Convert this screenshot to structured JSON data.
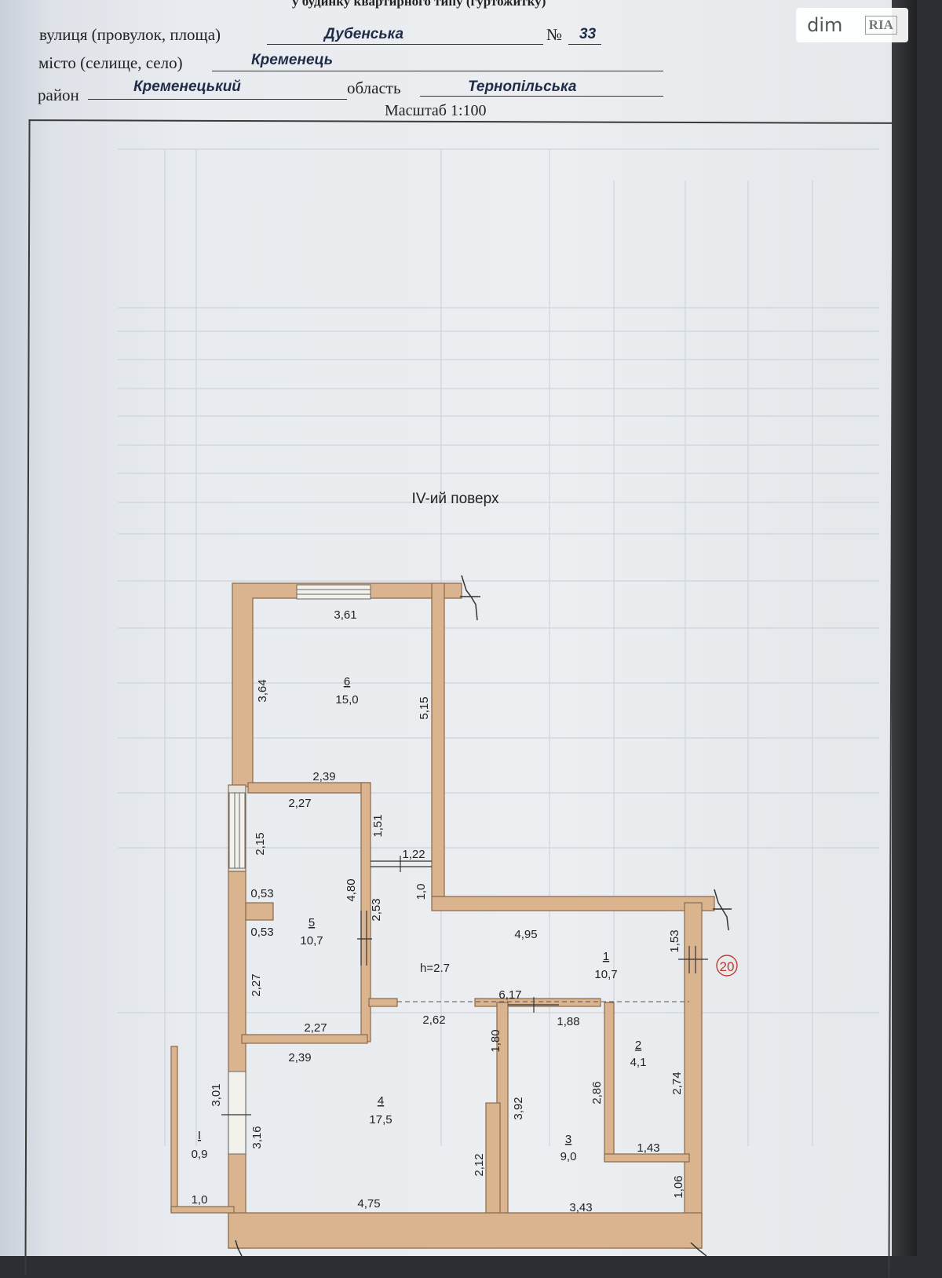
{
  "header": {
    "top_line": "у будинку квартирного типу (гуртожитку)",
    "street_label": "вулиця (провулок, площа)",
    "street_value": "Дубенська",
    "number_label": "№",
    "number_value": "33",
    "city_label": "місто (селище, село)",
    "city_value": "Кременець",
    "district_label": "район",
    "district_value": "Кременецький",
    "region_label": "область",
    "region_value": "Тернопільська",
    "scale": "Масштаб 1:100"
  },
  "watermark": {
    "site": "dim",
    "brand": "RIA"
  },
  "plan": {
    "floor_title": "IV-ий поверх",
    "height_label": "h=2.7",
    "marker": "20",
    "rooms": [
      {
        "number": "1",
        "area": "10,7"
      },
      {
        "number": "2",
        "area": "4,1"
      },
      {
        "number": "3",
        "area": "9,0"
      },
      {
        "number": "4",
        "area": "17,5"
      },
      {
        "number": "5",
        "area": "10,7"
      },
      {
        "number": "6",
        "area": "15,0"
      },
      {
        "number": "І",
        "area": "0,9"
      }
    ],
    "dims": {
      "d361": "3,61",
      "d364": "3,64",
      "d515": "5,15",
      "d239a": "2,39",
      "d227a": "2,27",
      "d151": "1,51",
      "d215": "2,15",
      "d122": "1,22",
      "d053a": "0,53",
      "d480": "4,80",
      "d10": "1,0",
      "d253": "2,53",
      "d053b": "0,53",
      "d495": "4,95",
      "d153": "1,53",
      "d227b": "2,27",
      "d227c": "2,27",
      "d617": "6,17",
      "d262": "2,62",
      "d188": "1,88",
      "d239b": "2,39",
      "d180": "1,80",
      "d274": "2,74",
      "d286": "2,86",
      "d301": "3,01",
      "d392": "3,92",
      "d316": "3,16",
      "d143": "1,43",
      "d212": "2,12",
      "d106": "1,06",
      "d100": "1,0",
      "d475": "4,75",
      "d343": "3,43"
    }
  }
}
